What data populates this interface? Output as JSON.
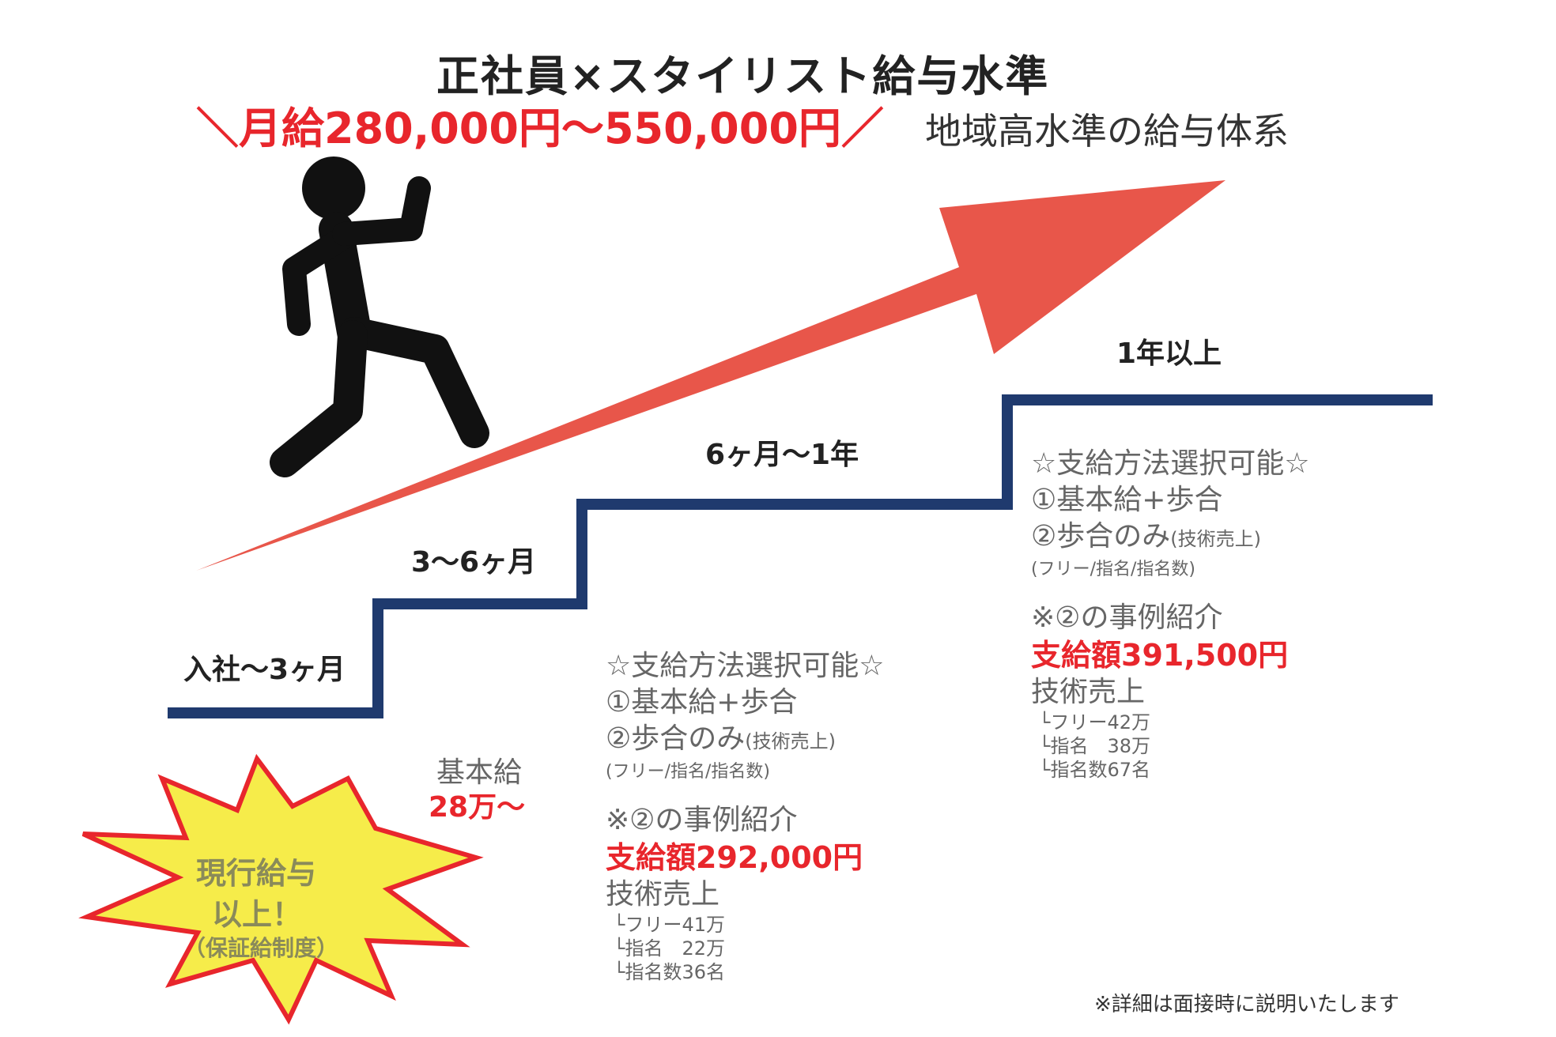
{
  "header": {
    "title": "正社員×スタイリスト給与水準",
    "salary_range": "＼月給280,000円〜550,000円／",
    "range_note": "地域高水準の給与体系"
  },
  "stages": [
    {
      "label": "入社〜3ヶ月"
    },
    {
      "label": "3〜6ヶ月"
    },
    {
      "label": "6ヶ月〜1年"
    },
    {
      "label": "1年以上"
    }
  ],
  "base_salary": {
    "label": "基本給",
    "value": "28万〜"
  },
  "burst": {
    "line1": "現行給与",
    "line2": "以上！",
    "line3": "（保証給制度）"
  },
  "mid_block": {
    "heading": "☆支給方法選択可能☆",
    "option1": "①基本給+歩合",
    "option2": "②歩合のみ",
    "option2_note": "(技術売上)",
    "option2_sub": "(フリー/指名/指名数)",
    "example_title": "※②の事例紹介",
    "amount": "支給額292,000円",
    "sales_label": "技術売上",
    "items": [
      "└フリー41万",
      "└指名　22万",
      "└指名数36名"
    ]
  },
  "right_block": {
    "heading": "☆支給方法選択可能☆",
    "option1": "①基本給+歩合",
    "option2": "②歩合のみ",
    "option2_note": "(技術売上)",
    "option2_sub": "(フリー/指名/指名数)",
    "example_title": "※②の事例紹介",
    "amount": "支給額391,500円",
    "sales_label": "技術売上",
    "items": [
      "└フリー42万",
      "└指名　38万",
      "└指名数67名"
    ]
  },
  "footer_note": "※詳細は面接時に説明いたします",
  "colors": {
    "accent_red": "#e8262c",
    "arrow_red": "#e8564a",
    "stair_navy": "#1f3a6e",
    "burst_yellow": "#f6ec4a",
    "burst_red": "#e8262c"
  },
  "icons": {
    "figure": "climbing-person-icon",
    "arrow": "rising-arrow-icon",
    "burst": "starburst-icon"
  }
}
